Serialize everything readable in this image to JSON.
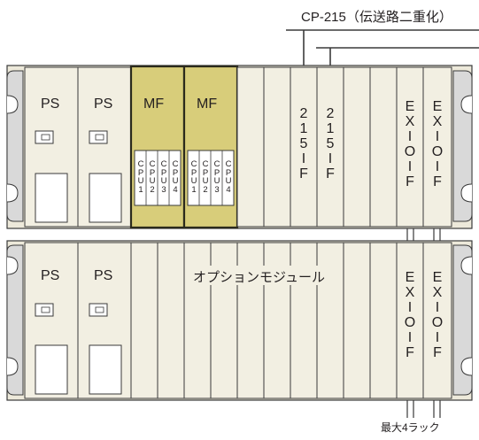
{
  "network_label": "CP-215（伝送路二重化）",
  "footer_label": "最大4ラック",
  "colors": {
    "frame": "#ede9da",
    "slot": "#f2efe2",
    "stroke": "#3a3a3a",
    "mf_fill": "#d8cd7a",
    "mf_stroke": "#2b2a1c",
    "bracket": "#d9d9d9",
    "text": "#231f20"
  },
  "rack_top": {
    "ps_modules": [
      "PS",
      "PS"
    ],
    "mf_modules": [
      {
        "label": "MF",
        "cpus": [
          "CPU1",
          "CPU2",
          "CPU3",
          "CPU4"
        ]
      },
      {
        "label": "MF",
        "cpus": [
          "CPU1",
          "CPU2",
          "CPU3",
          "CPU4"
        ]
      }
    ],
    "if_modules": [
      "215IF",
      "215IF"
    ],
    "exio_modules": [
      "EXIOIF",
      "EXIOIF"
    ]
  },
  "rack_bottom": {
    "ps_modules": [
      "PS",
      "PS"
    ],
    "option_label": "オプションモジュール",
    "exio_modules": [
      "EXIOIF",
      "EXIOIF"
    ]
  }
}
